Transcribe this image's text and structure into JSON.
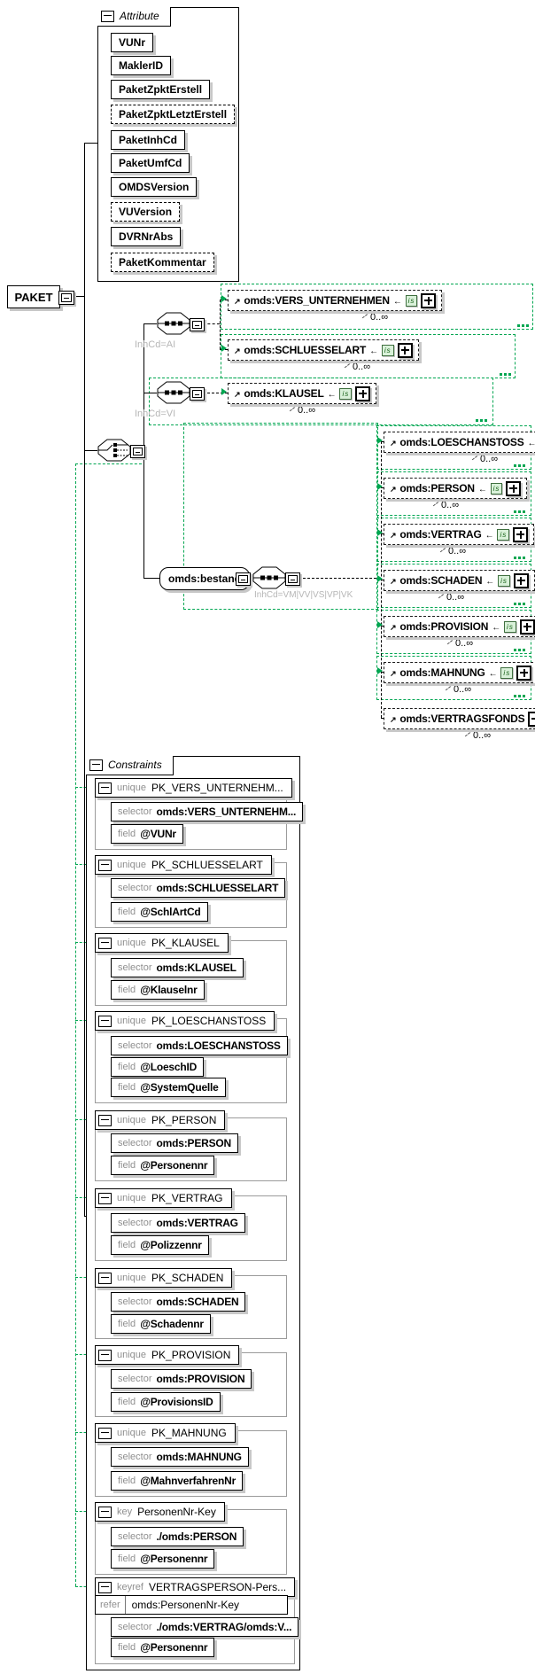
{
  "root": {
    "label": "PAKET"
  },
  "sections": {
    "attributes_title": "Attribute",
    "constraints_title": "Constraints"
  },
  "badge_is": "is",
  "attributes": {
    "items": [
      {
        "label": "VUNr"
      },
      {
        "label": "MaklerID"
      },
      {
        "label": "PaketZpktErstell"
      },
      {
        "label": "PaketZpktLetztErstell"
      },
      {
        "label": "PaketInhCd"
      },
      {
        "label": "PaketUmfCd"
      },
      {
        "label": "OMDSVersion"
      },
      {
        "label": "VUVersion"
      },
      {
        "label": "DVRNrAbs"
      },
      {
        "label": "PaketKommentar"
      }
    ]
  },
  "compositors": {
    "seq_ai_caption": "InhCd=AI",
    "seq_vi_caption": "InhCd=VI",
    "bestand_label": "omds:bestand",
    "seq_bestand_caption": "InhCd=VM|VV|VS|VP|VK"
  },
  "choice_elements": {
    "items": [
      {
        "label": "omds:VERS_UNTERNEHMEN",
        "occurs": "0..∞"
      },
      {
        "label": "omds:SCHLUESSELART",
        "occurs": "0..∞"
      },
      {
        "label": "omds:KLAUSEL",
        "occurs": "0..∞"
      }
    ]
  },
  "bestand_elements": {
    "items": [
      {
        "label": "omds:LOESCHANSTOSS",
        "occurs": "0..∞"
      },
      {
        "label": "omds:PERSON",
        "occurs": "0..∞"
      },
      {
        "label": "omds:VERTRAG",
        "occurs": "0..∞"
      },
      {
        "label": "omds:SCHADEN",
        "occurs": "0..∞"
      },
      {
        "label": "omds:PROVISION",
        "occurs": "0..∞"
      },
      {
        "label": "omds:MAHNUNG",
        "occurs": "0..∞"
      },
      {
        "label": "omds:VERTRAGSFONDS",
        "occurs": "0..∞"
      }
    ]
  },
  "constraints": {
    "selector_label": "selector",
    "field_label": "field",
    "refer_label": "refer",
    "items": [
      {
        "kind": "unique",
        "name": "PK_VERS_UNTERNEHM...",
        "selector": "omds:VERS_UNTERNEHM...",
        "fields": [
          "@VUNr"
        ]
      },
      {
        "kind": "unique",
        "name": "PK_SCHLUESSELART",
        "selector": "omds:SCHLUESSELART",
        "fields": [
          "@SchlArtCd"
        ]
      },
      {
        "kind": "unique",
        "name": "PK_KLAUSEL",
        "selector": "omds:KLAUSEL",
        "fields": [
          "@Klauselnr"
        ]
      },
      {
        "kind": "unique",
        "name": "PK_LOESCHANSTOSS",
        "selector": "omds:LOESCHANSTOSS",
        "fields": [
          "@LoeschID",
          "@SystemQuelle"
        ]
      },
      {
        "kind": "unique",
        "name": "PK_PERSON",
        "selector": "omds:PERSON",
        "fields": [
          "@Personennr"
        ]
      },
      {
        "kind": "unique",
        "name": "PK_VERTRAG",
        "selector": "omds:VERTRAG",
        "fields": [
          "@Polizzennr"
        ]
      },
      {
        "kind": "unique",
        "name": "PK_SCHADEN",
        "selector": "omds:SCHADEN",
        "fields": [
          "@Schadennr"
        ]
      },
      {
        "kind": "unique",
        "name": "PK_PROVISION",
        "selector": "omds:PROVISION",
        "fields": [
          "@ProvisionsID"
        ]
      },
      {
        "kind": "unique",
        "name": "PK_MAHNUNG",
        "selector": "omds:MAHNUNG",
        "fields": [
          "@MahnverfahrenNr"
        ]
      },
      {
        "kind": "key",
        "name": "PersonenNr-Key",
        "selector": "./omds:PERSON",
        "fields": [
          "@Personennr"
        ]
      },
      {
        "kind": "keyref",
        "name": "VERTRAGSPERSON-Pers...",
        "refer": "omds:PersonenNr-Key",
        "selector": "./omds:VERTRAG/omds:V...",
        "fields": [
          "@Personennr"
        ]
      }
    ]
  }
}
